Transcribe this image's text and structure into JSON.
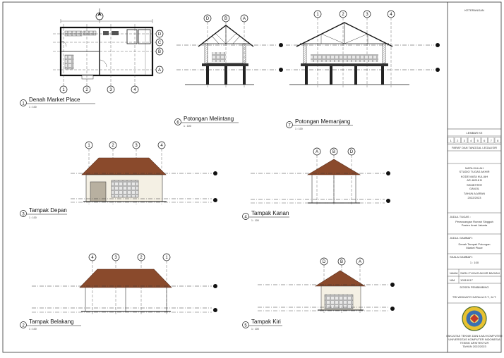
{
  "views": {
    "v1": {
      "num": "1",
      "title": "Denah Market Place",
      "scale": "1 : 100"
    },
    "v2": {
      "num": "2",
      "title": "Tampak Belakang",
      "scale": "1 : 100"
    },
    "v3": {
      "num": "3",
      "title": "Tampak Depan",
      "scale": "1 : 100"
    },
    "v4": {
      "num": "4",
      "title": "Tampak Kanan",
      "scale": "1 : 100"
    },
    "v5": {
      "num": "5",
      "title": "Tampak Kiri",
      "scale": "1 : 100"
    },
    "v6": {
      "num": "6",
      "title": "Potongan Melintang",
      "scale": "1 : 100"
    },
    "v7": {
      "num": "7",
      "title": "Potongan Memanjang",
      "scale": "1 : 100"
    }
  },
  "grids": {
    "plan_bottom": [
      "1",
      "2",
      "3",
      "4"
    ],
    "plan_right": [
      "D",
      "C",
      "B",
      "A"
    ],
    "section6": [
      "D",
      "B",
      "A"
    ],
    "section7": [
      "1",
      "2",
      "3",
      "4"
    ],
    "front": [
      "1",
      "2",
      "3",
      "4"
    ],
    "right": [
      "A",
      "B",
      "D"
    ],
    "back": [
      "4",
      "3",
      "2",
      "1"
    ],
    "left": [
      "D",
      "B",
      "A"
    ]
  },
  "title_block": {
    "keterangan": "KETERANGAN",
    "lembar": "LEMBAR KE",
    "digits": [
      "1",
      "2",
      "3",
      "4",
      "5",
      "6",
      "7",
      "8"
    ],
    "paraf": "PARAF DAN TANGGAL LEGALISIR",
    "course": [
      "MATA KULIAH",
      "STUDIO TUGAS AKHIR",
      "KODE MATA KULIAH",
      "AR 48218 B",
      "SEMESTER",
      "GANJIL",
      "TAHUN AJARAN",
      "2022/2023"
    ],
    "judul_tugas_label": "JUDUL TUGAS :",
    "judul_tugas": [
      "Perancangan Rumah Singgah",
      "Pasien Anak Jakarta"
    ],
    "judul_gambar_label": "JUDUL GAMBAR :",
    "judul_gambar": [
      "Denah Tampak Potongan",
      "Market Place"
    ],
    "skala_label": "SKALA GAMBAR :",
    "skala": "1 : 100",
    "nama_label": "NAMA",
    "nama": "SARLI TUGAS AKHIR BAGIAN",
    "nim_label": "NIM",
    "nim": "10519017",
    "dosen_label": "DOSEN PEMBIMBING",
    "dosen": "TRI WIDIANTO NATALIA S.T., M.T.",
    "faculty": [
      "FAKULTAS TEKNIK DAN ILMU KOMPUTER",
      "UNIVERSITAS KOMPUTER INDONESIA",
      "TEKNIK ARSITEKTUR",
      "TAHUN 2022/2023"
    ]
  },
  "colors": {
    "roof": "#8a4a2c",
    "line": "#222222",
    "wall": "#f4f0e4"
  }
}
